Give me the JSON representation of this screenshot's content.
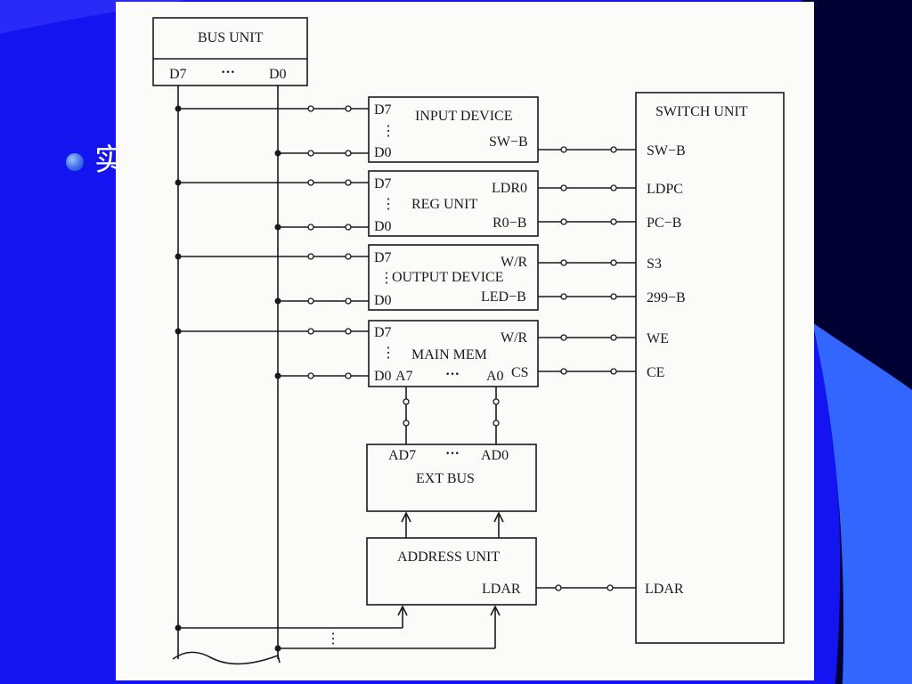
{
  "slide": {
    "bullet_text": "实",
    "colors": {
      "background": "#1414f0",
      "dark_band": "#000033",
      "light_band": "#3366ff",
      "paper": "#fbfbf9",
      "ink": "#1a1a1a"
    }
  },
  "diagram": {
    "bus_unit": {
      "title": "BUS UNIT",
      "d7": "D7",
      "dots": "···",
      "d0": "D0"
    },
    "input_device": {
      "d7": "D7",
      "vdots": "⋮",
      "title": "INPUT DEVICE",
      "d0": "D0",
      "sw_b": "SW−B"
    },
    "reg_unit": {
      "d7": "D7",
      "vdots": "⋮",
      "title": "REG UNIT",
      "d0": "D0",
      "ldr0": "LDR0",
      "r0_b": "R0−B"
    },
    "output_device": {
      "d7": "D7",
      "vdots": "⋮",
      "title": "OUTPUT DEVICE",
      "d0": "D0",
      "w_r": "W/R",
      "led_b": "LED−B"
    },
    "main_mem": {
      "d7": "D7",
      "vdots": "⋮",
      "title": "MAIN MEM",
      "w_r": "W/R",
      "d0": "D0",
      "a7": "A7",
      "dots": "···",
      "a0": "A0",
      "cs": "CS"
    },
    "ext_bus": {
      "ad7": "AD7",
      "dots": "···",
      "ad0": "AD0",
      "title": "EXT BUS"
    },
    "address_unit": {
      "title": "ADDRESS UNIT",
      "ldar": "LDAR"
    },
    "switch_unit": {
      "title": "SWITCH UNIT",
      "sw_b": "SW−B",
      "ldpc": "LDPC",
      "pc_b": "PC−B",
      "s3": "S3",
      "b299": "299−B",
      "we": "WE",
      "ce": "CE",
      "ldar": "LDAR"
    },
    "bottom_vdots": "⋮"
  }
}
